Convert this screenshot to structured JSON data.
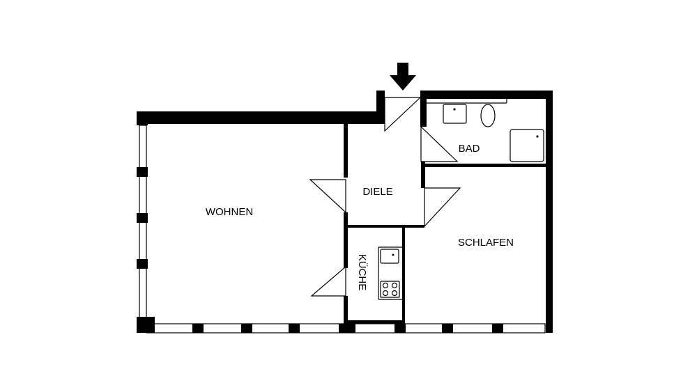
{
  "rooms": {
    "wohnen": "WOHNEN",
    "diele": "DIELE",
    "bad": "BAD",
    "schlafen": "SCHLAFEN",
    "kueche": "KÜCHE"
  },
  "icons": {
    "entrance": "entrance-arrow-icon"
  }
}
